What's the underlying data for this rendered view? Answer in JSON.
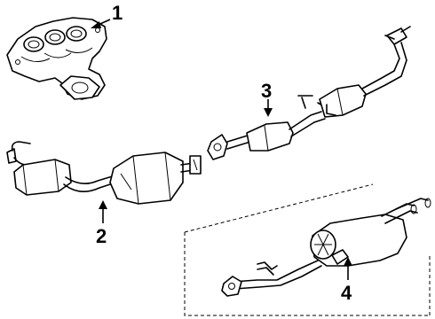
{
  "callouts": {
    "c1": "1",
    "c2": "2",
    "c3": "3",
    "c4": "4"
  },
  "parts": [
    {
      "callout": "1",
      "icon": "exhaust-manifold-icon"
    },
    {
      "callout": "2",
      "icon": "front-pipe-catalytic-converter-icon"
    },
    {
      "callout": "3",
      "icon": "intermediate-pipe-resonator-icon"
    },
    {
      "callout": "4",
      "icon": "rear-muffler-tailpipe-icon"
    }
  ]
}
